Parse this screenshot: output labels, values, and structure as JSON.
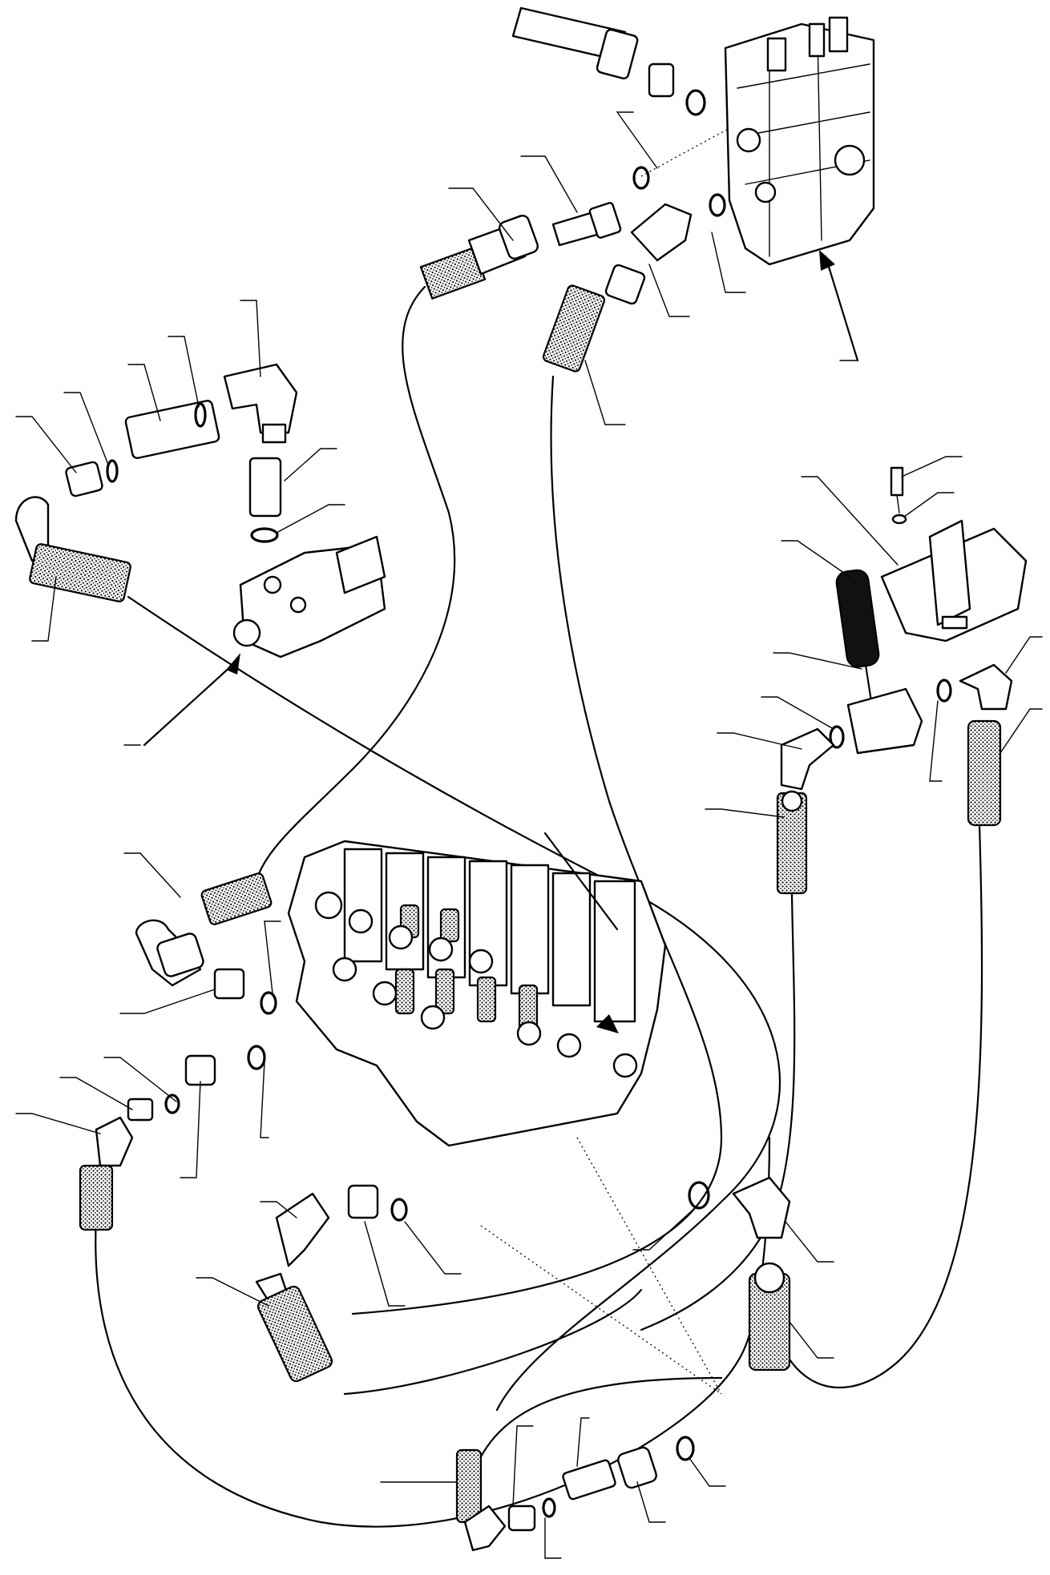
{
  "diagram": {
    "type": "exploded hydraulic hose routing illustration",
    "text_labels": [],
    "components": [
      {
        "id": "upper-control-valve",
        "icon": "valve-block-icon"
      },
      {
        "id": "left-valve-body",
        "icon": "valve-body-icon"
      },
      {
        "id": "main-control-valve",
        "icon": "multi-section-valve-icon"
      },
      {
        "id": "pilot-control-lever",
        "icon": "joystick-lever-icon"
      },
      {
        "id": "mounting-bracket",
        "icon": "bracket-icon"
      },
      {
        "id": "hoses",
        "icon": "hydraulic-hose-icon"
      },
      {
        "id": "fittings",
        "icon": "elbow-fitting-icon"
      },
      {
        "id": "o-rings",
        "icon": "o-ring-icon"
      }
    ]
  }
}
